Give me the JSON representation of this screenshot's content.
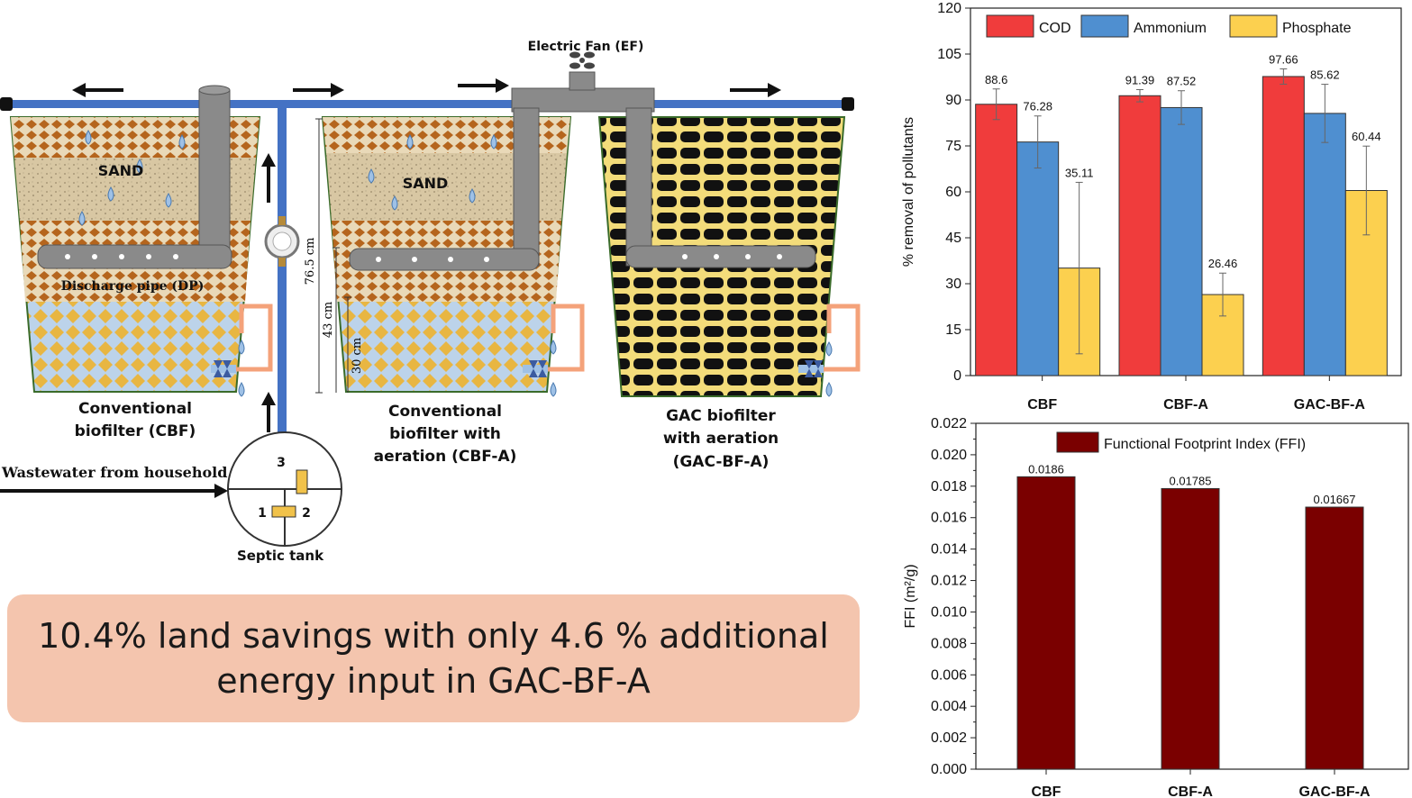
{
  "diagram": {
    "electric_fan": "Electric Fan (EF)",
    "sand_1": "SAND",
    "sand_2": "SAND",
    "discharge_pipe": "Discharge pipe (DP)",
    "dim_total": "76.5 cm",
    "dim_mid": "43 cm",
    "dim_low": "30 cm",
    "cbf_label_1": "Conventional",
    "cbf_label_2": "biofilter (CBF)",
    "cbfa_label_1": "Conventional",
    "cbfa_label_2": "biofilter with",
    "cbfa_label_3": "aeration (CBF-A)",
    "gac_label_1": "GAC biofilter",
    "gac_label_2": "with aeration",
    "gac_label_3": "(GAC-BF-A)",
    "wastewater": "Wastewater from household",
    "septic_tank": "Septic tank",
    "chamber_1": "1",
    "chamber_2": "2",
    "chamber_3": "3",
    "colors": {
      "pipe": "#4472c4",
      "sand": "#d8c7a3",
      "gravel": "#b5651d",
      "gac": "#111111",
      "water": "#bcd3ea"
    }
  },
  "banner": {
    "line1": "10.4% land savings with only 4.6 % additional",
    "line2": "energy input in GAC-BF-A",
    "color": "#f4c5ae"
  },
  "chart_data": [
    {
      "type": "bar",
      "categories": [
        "CBF",
        "CBF-A",
        "GAC-BF-A"
      ],
      "ylabel": "% removal of pollutants",
      "ylim": [
        0,
        120
      ],
      "yticks": [
        0,
        15,
        30,
        45,
        60,
        75,
        90,
        105,
        120
      ],
      "legend": "top",
      "series": [
        {
          "name": "COD",
          "color": "#f03c3c",
          "values": [
            88.6,
            91.39,
            97.66
          ],
          "errors": [
            5,
            2,
            2.5
          ],
          "labels": [
            "88.6",
            "91.39",
            "97.66"
          ]
        },
        {
          "name": "Ammonium",
          "color": "#4f8fd0",
          "values": [
            76.28,
            87.52,
            85.62
          ],
          "errors": [
            8.5,
            5.5,
            9.5
          ],
          "labels": [
            "76.28",
            "87.52",
            "85.62"
          ]
        },
        {
          "name": "Phosphate",
          "color": "#fcd04f",
          "values": [
            35.11,
            26.46,
            60.44
          ],
          "errors": [
            28,
            7,
            14.5
          ],
          "labels": [
            "35.11",
            "26.46",
            "60.44"
          ]
        }
      ]
    },
    {
      "type": "bar",
      "categories": [
        "CBF",
        "CBF-A",
        "GAC-BF-A"
      ],
      "ylabel": "FFI (m²/g)",
      "ylim": [
        0,
        0.022
      ],
      "yticks": [
        "0.000",
        "0.002",
        "0.004",
        "0.006",
        "0.008",
        "0.010",
        "0.012",
        "0.014",
        "0.016",
        "0.018",
        "0.020",
        "0.022"
      ],
      "legend": "top",
      "series": [
        {
          "name": "Functional Footprint Index (FFI)",
          "color": "#7a0000",
          "values": [
            0.0186,
            0.01785,
            0.01667
          ],
          "labels": [
            "0.0186",
            "0.01785",
            "0.01667"
          ]
        }
      ]
    }
  ]
}
